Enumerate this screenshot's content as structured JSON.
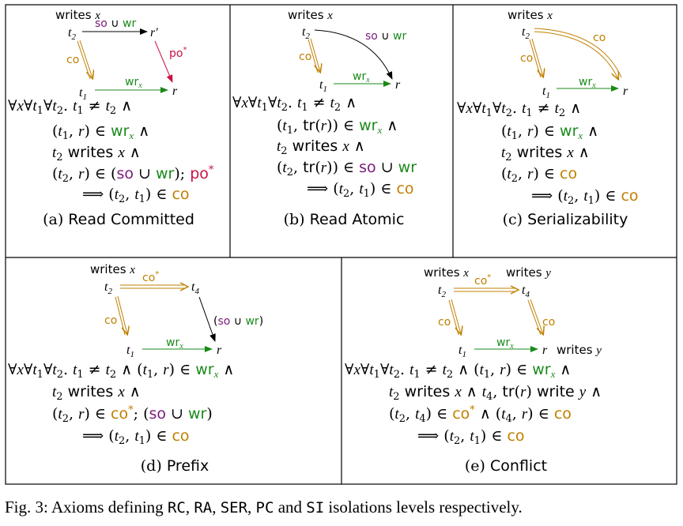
{
  "colors": {
    "so": "#7b1a7b",
    "wr": "#1a8a1a",
    "co": "#c08000",
    "po": "#cc1144"
  },
  "panels": {
    "a": {
      "caption_label": "(a)",
      "caption_name": "Read Committed",
      "diagram": {
        "writes_x": "writes x",
        "t2": "t2",
        "r_prime": "r′",
        "t1": "t1",
        "r": "r",
        "top_edge": "so ∪ wr",
        "left_edge": "co",
        "right_edge": "po*",
        "bottom_edge": "wrx"
      }
    },
    "b": {
      "caption_label": "(b)",
      "caption_name": "Read Atomic",
      "diagram": {
        "writes_x": "writes x",
        "t2": "t2",
        "t1": "t1",
        "r": "r",
        "curve_edge": "so ∪ wr",
        "left_edge": "co",
        "bottom_edge": "wrx"
      }
    },
    "c": {
      "caption_label": "(c)",
      "caption_name": "Serializability",
      "diagram": {
        "writes_x": "writes x",
        "t2": "t2",
        "t1": "t1",
        "r": "r",
        "curve_edge": "co",
        "left_edge": "co",
        "bottom_edge": "wrx"
      }
    },
    "d": {
      "caption_label": "(d)",
      "caption_name": "Prefix",
      "diagram": {
        "writes_x": "writes x",
        "t2": "t2",
        "t4": "t4",
        "t1": "t1",
        "r": "r",
        "top_edge": "co*",
        "left_edge": "co",
        "right_edge": "(so ∪ wr)",
        "bottom_edge": "wrx"
      }
    },
    "e": {
      "caption_label": "(e)",
      "caption_name": "Conflict",
      "diagram": {
        "writes_x": "writes x",
        "writes_y_top": "writes y",
        "t2": "t2",
        "t4": "t4",
        "t1": "t1",
        "r": "r",
        "writes_y_r": "writes y",
        "top_edge": "co*",
        "left_edge": "co",
        "right_edge": "co",
        "bottom_edge": "wrx"
      }
    }
  },
  "figure_caption": {
    "prefix": "Fig. 3: Axioms defining",
    "rc": "RC",
    "ra": "RA",
    "ser": "SER",
    "pc": "PC",
    "and": "and",
    "si": "SI",
    "suffix": "isolations levels respectively."
  }
}
